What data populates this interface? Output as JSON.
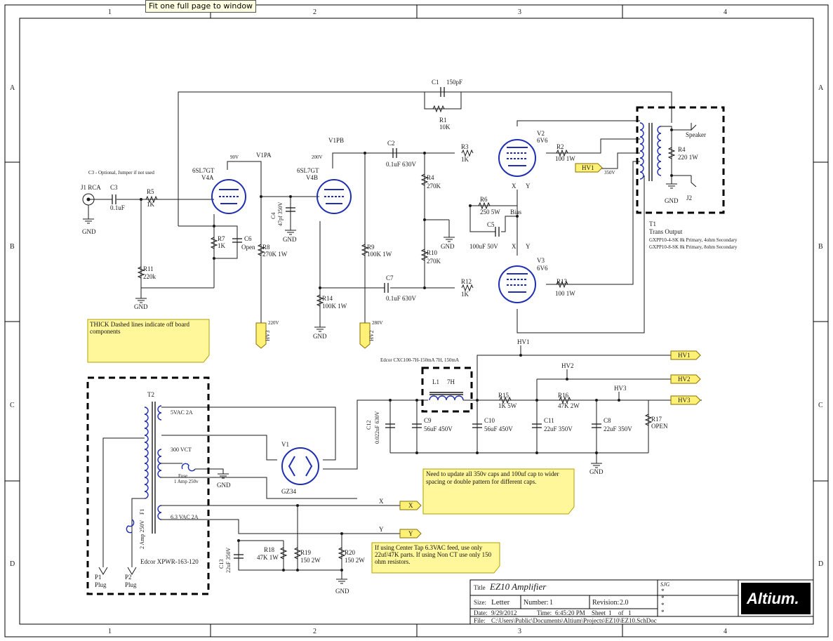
{
  "tooltip": "Fit one full page to window",
  "border": {
    "cols": [
      "1",
      "2",
      "3",
      "4"
    ],
    "rows": [
      "A",
      "B",
      "C",
      "D"
    ]
  },
  "title_block": {
    "title_label": "Title",
    "title": "EZ10 Amplifier",
    "size_label": "Size:",
    "size": "Letter",
    "number_label": "Number:",
    "number": "1",
    "revision_label": "Revision:",
    "revision": "2.0",
    "date_label": "Date:",
    "date": "9/29/2012",
    "time_label": "Time:",
    "time": "6:45:20 PM",
    "sheet_label": "Sheet",
    "sheet": "1",
    "of_label": "of",
    "of": "1",
    "file_label": "File:",
    "file": "C:\\Users\\Public\\Documents\\Altium\\Projects\\EZ10\\EZ10.SchDoc",
    "author": "SJG",
    "stars": [
      "*",
      "*",
      "*",
      "*"
    ],
    "logo": "Altium."
  },
  "notes": {
    "c3_note": "C3 - Optional, Jumper if not used",
    "dashed_note": "THICK Dashed lines indicate off board components",
    "caps_note": "Need to update all 350v caps and 100uf cap to wider spacing or double pattern for different caps.",
    "ct_note": "If using Center Tap 6.3VAC feed, use only 22uf/47K parts. If using Non CT use only 150 ohm resistors.",
    "choke_note": "Edcor CXC100-7H-150mA 7H, 150mA"
  },
  "components": {
    "j1": "J1 RCA",
    "c3": "C3",
    "c3v": "0.1uF",
    "r5": "R5",
    "r5v": "1K",
    "v4a_type": "6SL7GT",
    "v4a": "V4A",
    "v4b_type": "6SL7GT",
    "v4b": "V4B",
    "v1pa": "V1PA",
    "v1pb": "V1PB",
    "v90": "90V",
    "v200": "200V",
    "c1": "C1",
    "c1v": "150pF",
    "r1": "R1",
    "r1v": "10K",
    "c2": "C2",
    "c2v": "0.1uF 630V",
    "r3": "R3",
    "r3v": "1K",
    "r4": "R4",
    "r4v": "270K",
    "r6": "R6",
    "r6v": "250 5W",
    "bias": "Bias",
    "c5": "C5",
    "c5v": "100uF 50V",
    "r10": "R10",
    "r10v": "270K",
    "c7": "C7",
    "c7v": "0.1uF 630V",
    "r12": "R12",
    "r12v": "1K",
    "v2": "V2",
    "v2t": "6V6",
    "v3": "V3",
    "v3t": "6V6",
    "r2": "R2",
    "r2v": "100 1W",
    "r13": "R13",
    "r13v": "100 1W",
    "v350": "350V",
    "t1": "T1",
    "t1v": "Trans Output",
    "t1a": "GXPP10-4-SK 8k Primary, 4ohm Secondary",
    "t1b": "GXPP10-8-SK 8k Primary, 8ohm Secondary",
    "speaker": "Speaker",
    "r4b": "R4",
    "r4bv": "220 1W",
    "j2": "J2",
    "r7": "R7",
    "r7v": "1K",
    "c6": "C6",
    "c6v": "Open",
    "r8": "R8",
    "r8v": "270K 1W",
    "c4": "C4",
    "c4v": "47pf 350V",
    "r11": "R11",
    "r11v": "220k",
    "r9": "R9",
    "r9v": "100K 1W",
    "r14": "R14",
    "r14v": "100K 1W",
    "v220": "220V",
    "v280": "280V",
    "t2": "T2",
    "w5vac": "5VAC 2A",
    "w300": "300 VCT",
    "w63": "6.3 VAC 2A",
    "fuse": "Fuse",
    "fusev": "1 Amp 250v",
    "f1": "F1",
    "f1v": "2 Amp 250V",
    "edcor": "Edcor XPWR-163-120",
    "p1": "P1",
    "p1v": "Plug",
    "p2": "P2",
    "p2v": "Plug",
    "v1": "V1",
    "gz34": "GZ34",
    "l1": "L1",
    "l1v": "7H",
    "r15": "R15",
    "r15v": "1K 5W",
    "r16": "R16",
    "r16v": "47K 2W",
    "r17": "R17",
    "r17v": "OPEN",
    "c12": "C12",
    "c12v": "0.022uF 630V",
    "c9": "C9",
    "c9v": "56uF 450V",
    "c10": "C10",
    "c10v": "56uF 450V",
    "c11": "C11",
    "c11v": "22uF 350V",
    "c8": "C8",
    "c8v": "22uF 350V",
    "c13": "C13",
    "c13v": "22uF 350V",
    "r18": "R18",
    "r18v": "47K 1W",
    "r19": "R19",
    "r19v": "150 2W",
    "r20": "R20",
    "r20v": "150 2W",
    "gnd": "GND",
    "hv1": "HV1",
    "hv2": "HV2",
    "hv3": "HV3",
    "x": "X",
    "y": "Y"
  }
}
